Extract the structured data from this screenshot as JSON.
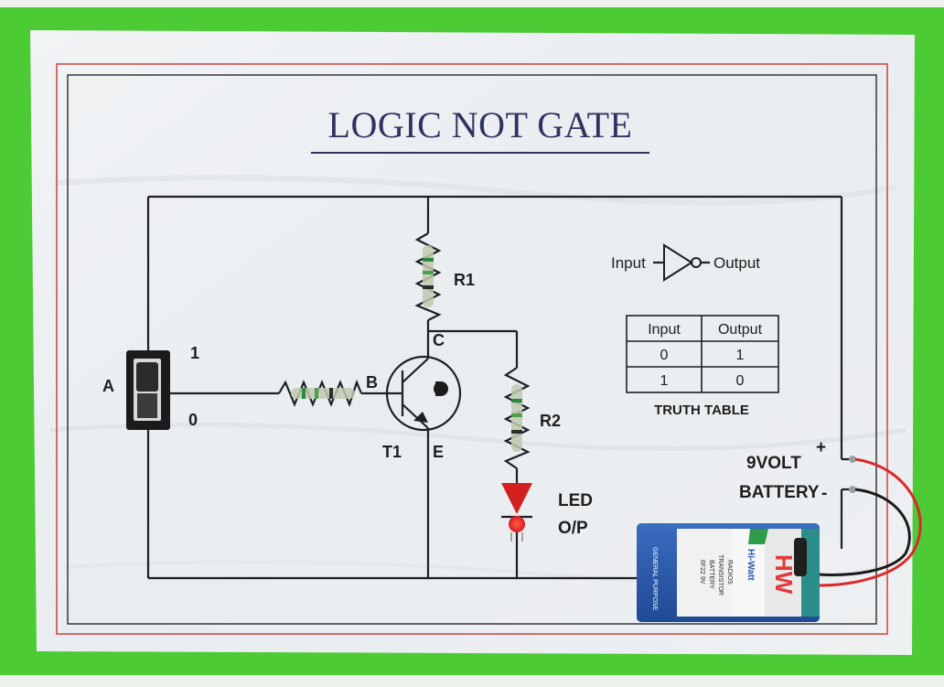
{
  "board": {
    "title": "LOGIC NOT GATE",
    "colors": {
      "frame": "#4ccb35",
      "paper": "#eef1f3",
      "title": "#2e3360",
      "border_red": "#cf4a4a",
      "wire": "#1d1f26"
    }
  },
  "schematic": {
    "switch_label": "A",
    "switch_pos_1": "1",
    "switch_pos_0": "0",
    "resistor_r1": "R1",
    "resistor_r2": "R2",
    "transistor_name": "T1",
    "terminal_b": "B",
    "terminal_c": "C",
    "terminal_e": "E",
    "led_label_1": "LED",
    "led_label_2": "O/P",
    "battery_label_1": "9VOLT",
    "battery_label_2": "BATTERY",
    "plus_sign": "+",
    "minus_sign": "-"
  },
  "gate_symbol": {
    "input_label": "Input",
    "output_label": "Output",
    "icon": "not-gate-icon"
  },
  "truth_table": {
    "headers": [
      "Input",
      "Output"
    ],
    "rows": [
      [
        "0",
        "1"
      ],
      [
        "1",
        "0"
      ]
    ],
    "caption": "TRUTH TABLE"
  },
  "battery": {
    "brand": "HW",
    "model": "Hi-Watt",
    "side_text": "GENERAL PURPOSE",
    "end_text_1": "6F22 9V",
    "end_text_2": "BATTERY",
    "end_text_3": "TRANSISTOR",
    "end_text_4": "RADIOS",
    "colors": {
      "body": "#2857a6",
      "label": "#f1f1f1",
      "accent": "#e23a3a",
      "snap": "#2a8f8a"
    }
  }
}
